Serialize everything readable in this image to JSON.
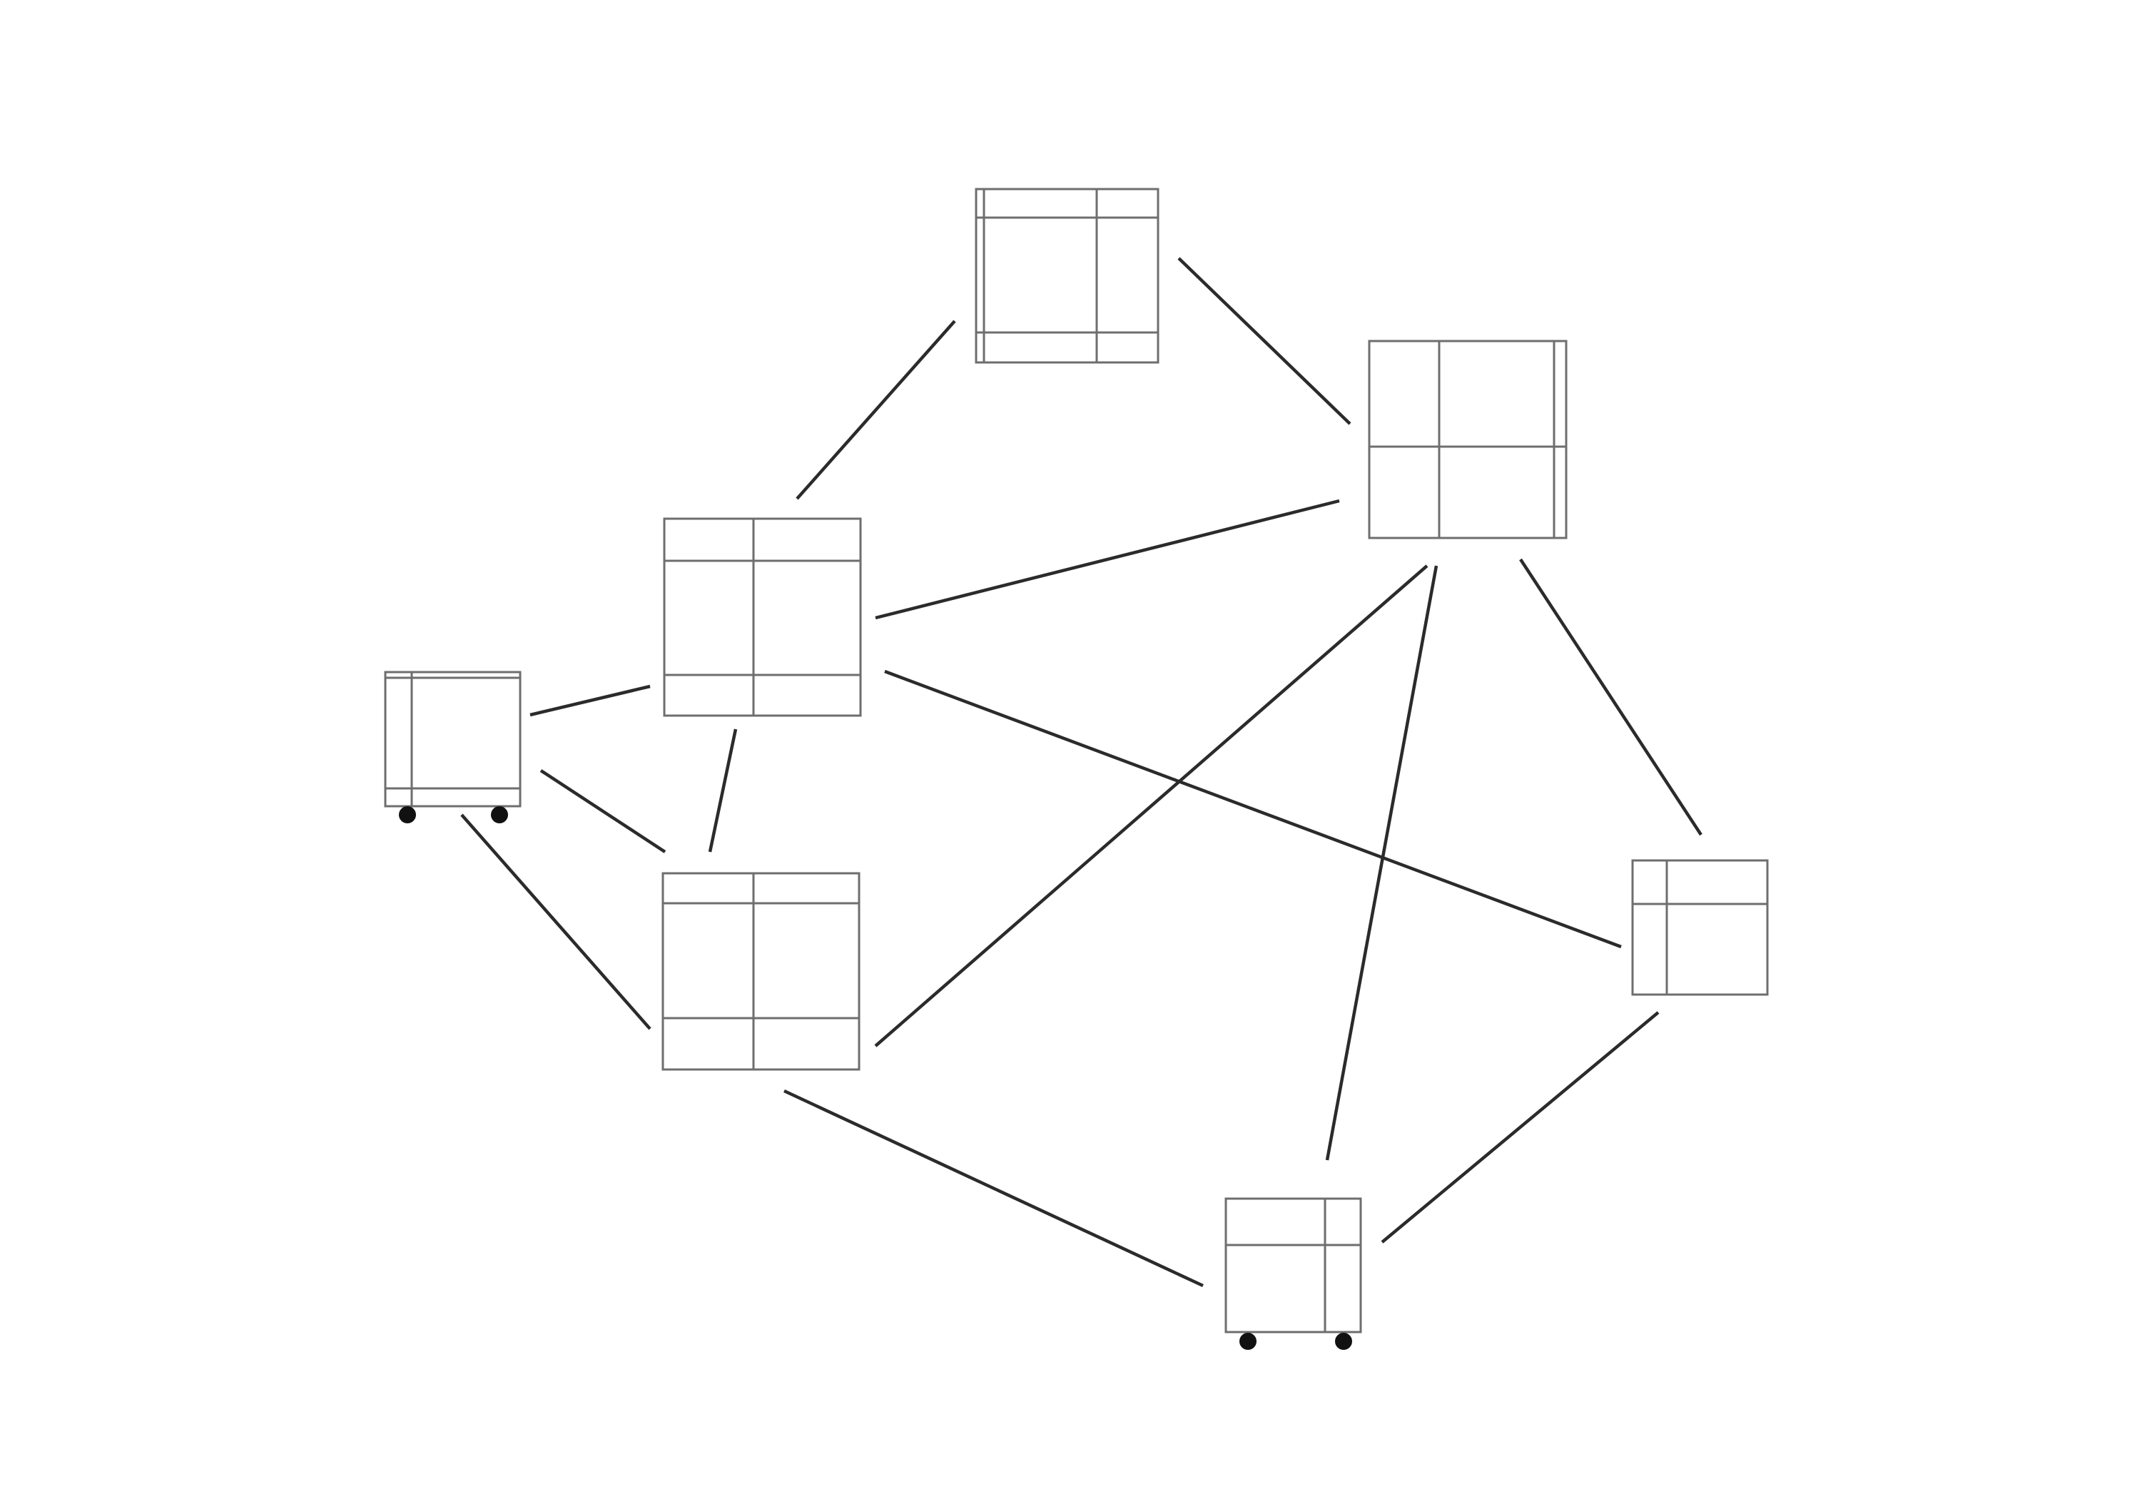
{
  "diagram": {
    "type": "network-graph",
    "nodes": [
      {
        "id": "cabinet-top",
        "kind": "shelving-unit",
        "wheels": false
      },
      {
        "id": "cabinet-upper-right",
        "kind": "shelving-unit",
        "wheels": false
      },
      {
        "id": "cabinet-center-upper",
        "kind": "shelving-unit",
        "wheels": false
      },
      {
        "id": "cabinet-center-lower",
        "kind": "shelving-unit",
        "wheels": false
      },
      {
        "id": "cart-left",
        "kind": "rolling-cart",
        "wheels": true
      },
      {
        "id": "cabinet-right",
        "kind": "shelving-unit",
        "wheels": false
      },
      {
        "id": "cart-bottom",
        "kind": "rolling-cart",
        "wheels": true
      }
    ],
    "edges": [
      {
        "from": "cabinet-top",
        "to": "cabinet-upper-right"
      },
      {
        "from": "cabinet-top",
        "to": "cabinet-center-upper"
      },
      {
        "from": "cabinet-center-upper",
        "to": "cabinet-upper-right"
      },
      {
        "from": "cabinet-upper-right",
        "to": "cabinet-right"
      },
      {
        "from": "cabinet-upper-right",
        "to": "cabinet-center-lower"
      },
      {
        "from": "cabinet-upper-right",
        "to": "cart-bottom"
      },
      {
        "from": "cart-left",
        "to": "cabinet-center-upper"
      },
      {
        "from": "cart-left",
        "to": "cabinet-center-lower"
      },
      {
        "from": "cabinet-center-upper",
        "to": "cabinet-center-lower"
      },
      {
        "from": "cart-left",
        "to": "cabinet-center-lower"
      },
      {
        "from": "cabinet-center-upper",
        "to": "cabinet-right"
      },
      {
        "from": "cabinet-center-lower",
        "to": "cart-bottom"
      },
      {
        "from": "cabinet-right",
        "to": "cart-bottom"
      }
    ],
    "colors": {
      "background": "#ffffff",
      "frame": "#6e6e6e",
      "edge": "#2b2b2b",
      "wheel": "#111111"
    }
  }
}
